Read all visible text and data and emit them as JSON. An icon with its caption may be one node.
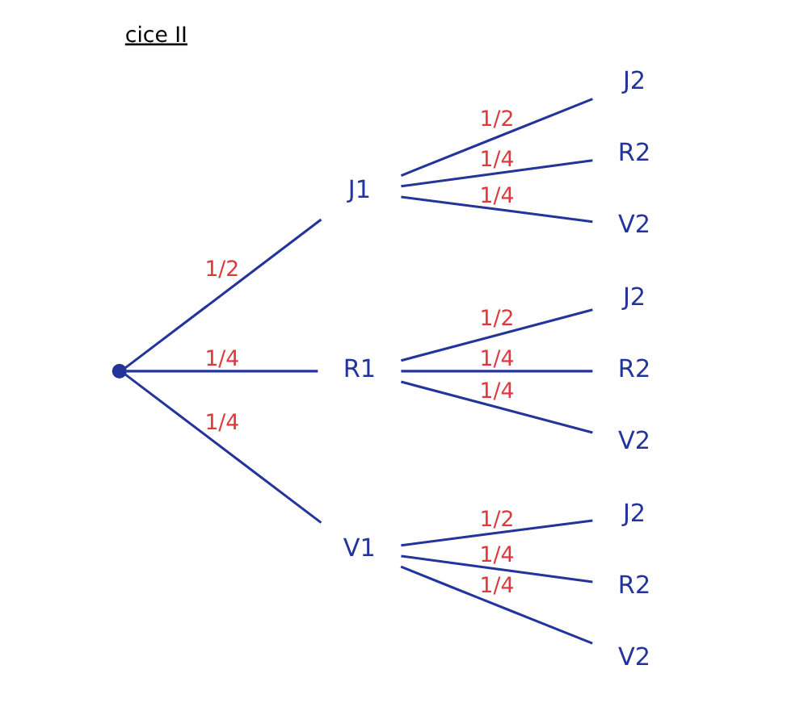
{
  "diagram": {
    "title": "cice II",
    "nodes": [
      {
        "text": [],
        "shape": "circle"
      },
      {
        "text": [
          "J1"
        ]
      },
      {
        "text": [
          "J2"
        ]
      },
      {
        "text": [
          "R2"
        ]
      },
      {
        "text": [
          "V2"
        ]
      },
      {
        "text": [
          "R1"
        ]
      },
      {
        "text": [
          "J2"
        ]
      },
      {
        "text": [
          "R2"
        ]
      },
      {
        "text": [
          "V2"
        ]
      },
      {
        "text": [
          "V1"
        ]
      },
      {
        "text": [
          "J2"
        ]
      },
      {
        "text": [
          "R2"
        ]
      },
      {
        "text": [
          "V2"
        ]
      }
    ],
    "edges": [
      {
        "from": 0,
        "to": 1,
        "arrow": "none",
        "label": "1/2"
      },
      {
        "from": 0,
        "to": 5,
        "arrow": "none",
        "label": "1/4"
      },
      {
        "from": 0,
        "to": 9,
        "arrow": "none",
        "label": "1/4"
      },
      {
        "from": 1,
        "to": 2,
        "arrow": "none",
        "label": "1/2"
      },
      {
        "from": 1,
        "to": 3,
        "arrow": "none",
        "label": "1/4"
      },
      {
        "from": 1,
        "to": 4,
        "arrow": "none",
        "label": "1/4"
      },
      {
        "from": 5,
        "to": 6,
        "arrow": "none",
        "label": "1/2"
      },
      {
        "from": 5,
        "to": 7,
        "arrow": "none",
        "label": "1/4"
      },
      {
        "from": 5,
        "to": 8,
        "arrow": "none",
        "label": "1/4"
      },
      {
        "from": 9,
        "to": 10,
        "arrow": "none",
        "label": "1/2"
      },
      {
        "from": 9,
        "to": 11,
        "arrow": "none",
        "label": "1/4"
      },
      {
        "from": 9,
        "to": 12,
        "arrow": "none",
        "label": "1/4"
      }
    ]
  }
}
